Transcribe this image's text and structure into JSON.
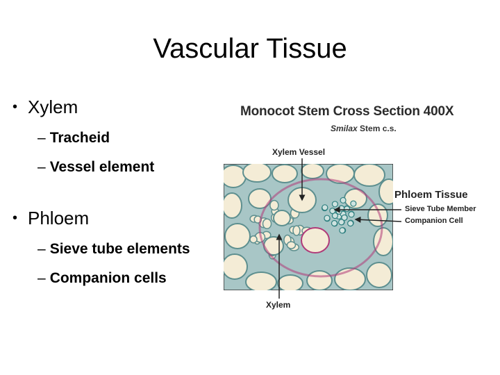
{
  "slide": {
    "title": "Vascular Tissue"
  },
  "bullets": [
    {
      "label": "Xylem",
      "items": [
        "Tracheid",
        "Vessel element"
      ]
    },
    {
      "label": "Phloem",
      "items": [
        "Sieve tube elements",
        "Companion cells"
      ]
    }
  ],
  "bullet_symbol": "•",
  "dash_symbol": "–",
  "figure": {
    "title": "Monocot Stem Cross Section 400X",
    "subtitle_genus": "Smilax",
    "subtitle_rest": " Stem c.s.",
    "labels": {
      "xylem_vessel": "Xylem Vessel",
      "phloem_tissue": "Phloem Tissue",
      "sieve_tube_member": "Sieve Tube Member",
      "companion_cell": "Companion Cell",
      "xylem": "Xylem"
    },
    "colors": {
      "cell_wall": "#5d8f8f",
      "cytoplasm": "#f4ecd6",
      "phloem_stain": "#b03a78",
      "background": "#a8c6c6"
    }
  }
}
